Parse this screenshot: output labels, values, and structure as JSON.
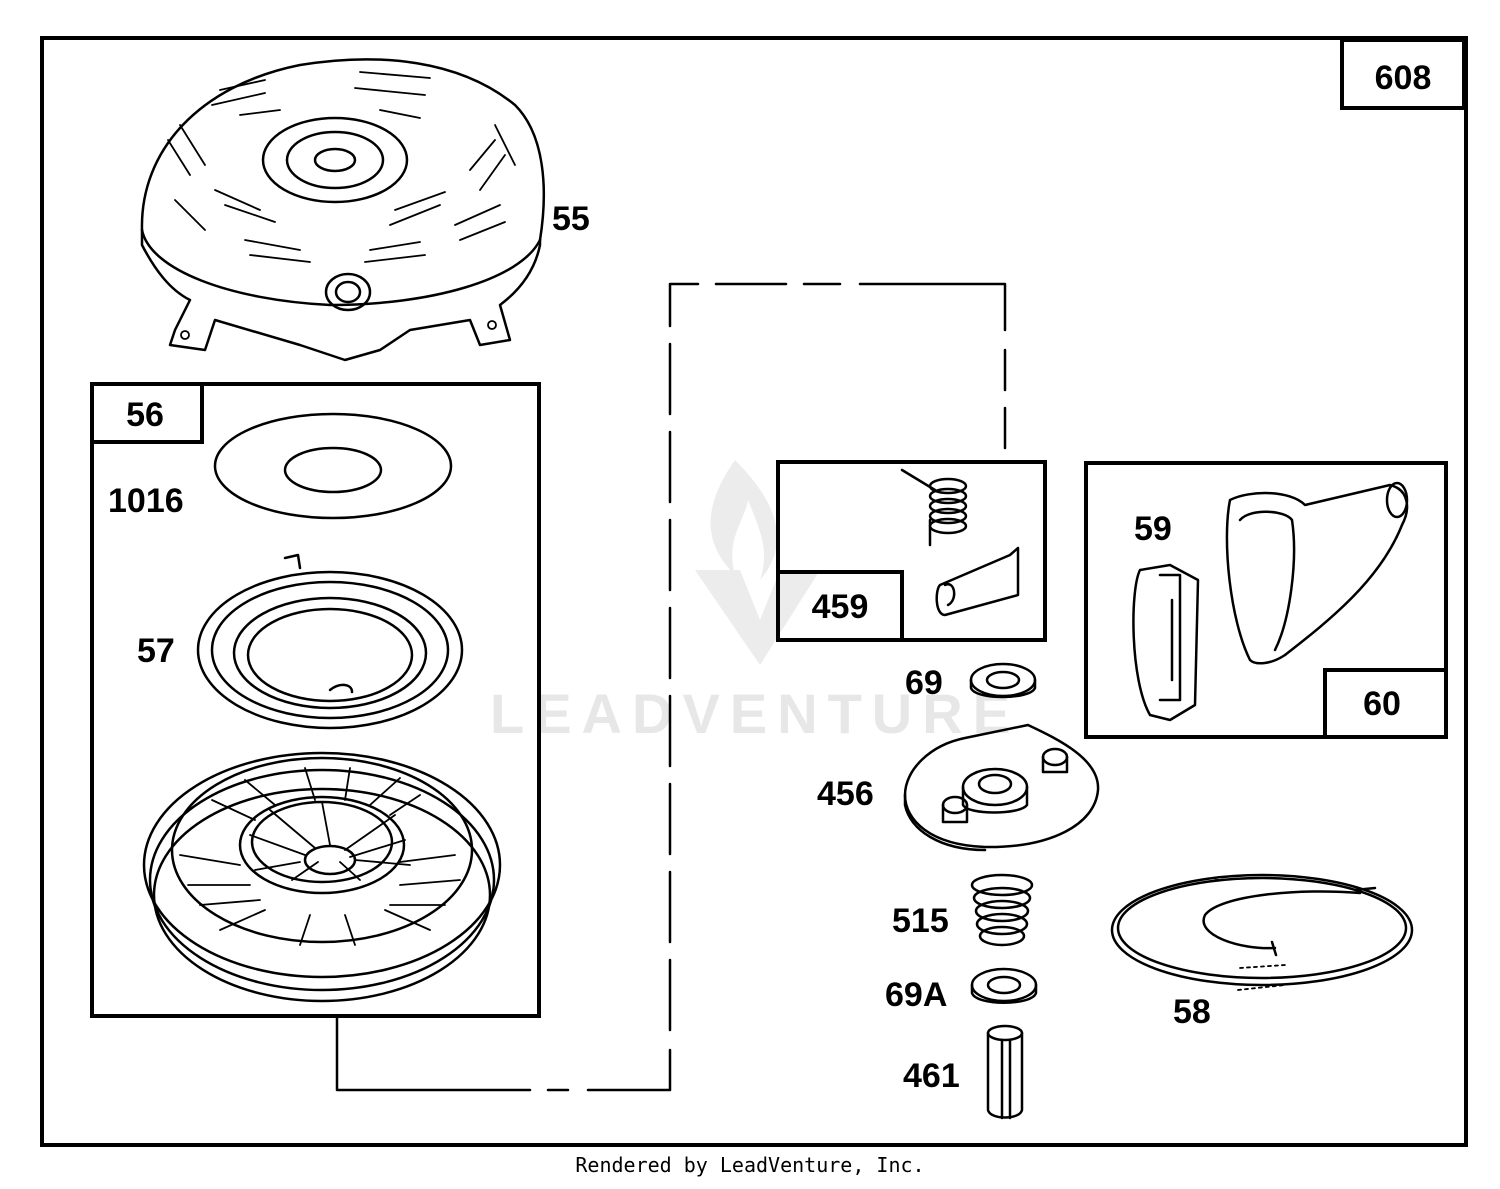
{
  "diagram": {
    "page_number": "608",
    "callouts": {
      "p55": "55",
      "p56": "56",
      "p1016": "1016",
      "p57": "57",
      "p459": "459",
      "p59": "59",
      "p60": "60",
      "p69": "69",
      "p456": "456",
      "p515": "515",
      "p69a": "69A",
      "p461": "461",
      "p58": "58"
    },
    "watermark": "LEADVENTURE"
  },
  "footer": {
    "credit": "Rendered by LeadVenture, Inc."
  }
}
